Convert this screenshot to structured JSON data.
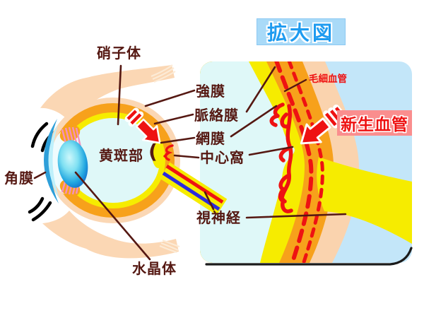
{
  "magnified_view": {
    "title": "拡大図",
    "capillaries_label": "毛細血管",
    "neovascularization_label": "新生血管"
  },
  "eye_labels": {
    "vitreous": "硝子体",
    "sclera": "強膜",
    "choroid": "脈絡膜",
    "retina": "網膜",
    "macula": "黄斑部",
    "macula_bracket": "(",
    "fovea": "中心窩",
    "cornea": "角膜",
    "lens": "水晶体",
    "optic_nerve": "視神経"
  },
  "colors": {
    "sclera_skin_peach": "#FBD7B4",
    "choroid_orange": "#F7A11B",
    "retina_yellow": "#F6EC00",
    "vitreous_cyan": "#DFF8F8",
    "panel_background_blue": "#C3E6F9",
    "label_maroon": "#551812",
    "vessel_red": "#EE1212",
    "title_blue": "#1E9BF0",
    "title_background": "#A9DAF8",
    "neo_label_background": "#FA8E8E",
    "cornea_blue": "#2E9FD9",
    "lens_deep_blue": "#0A55C5",
    "optic_nerve_blue_stripe": "#2B2BDE",
    "zonule_pink": "#F590BE"
  }
}
